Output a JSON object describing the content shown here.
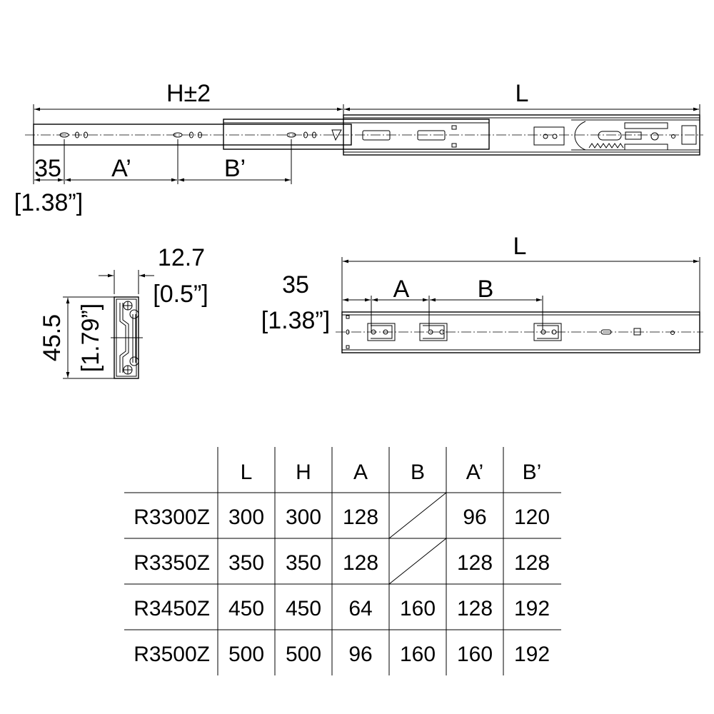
{
  "top_view": {
    "h_label": "H±2",
    "l_label": "L",
    "d35_label": "35",
    "d35_in_label": "[1.38”]",
    "a_prime_label": "A’",
    "b_prime_label": "B’"
  },
  "section_view": {
    "width_label": "12.7",
    "width_in_label": "[0.5”]",
    "height_label": "45.5",
    "height_in_label": "[1.79”]"
  },
  "side_view": {
    "l_label": "L",
    "d35_label": "35",
    "d35_in_label": "[1.38”]",
    "a_label": "A",
    "b_label": "B"
  },
  "table": {
    "headers": [
      "",
      "L",
      "H",
      "A",
      "B",
      "A’",
      "B’"
    ],
    "rows": [
      {
        "model": "R3300Z",
        "L": "300",
        "H": "300",
        "A": "128",
        "B": "",
        "A_prime": "96",
        "B_prime": "120",
        "b_empty": true
      },
      {
        "model": "R3350Z",
        "L": "350",
        "H": "350",
        "A": "128",
        "B": "",
        "A_prime": "128",
        "B_prime": "128",
        "b_empty": true
      },
      {
        "model": "R3450Z",
        "L": "450",
        "H": "450",
        "A": "64",
        "B": "160",
        "A_prime": "128",
        "B_prime": "192",
        "b_empty": false
      },
      {
        "model": "R3500Z",
        "L": "500",
        "H": "500",
        "A": "96",
        "B": "160",
        "A_prime": "160",
        "B_prime": "192",
        "b_empty": false
      }
    ]
  }
}
